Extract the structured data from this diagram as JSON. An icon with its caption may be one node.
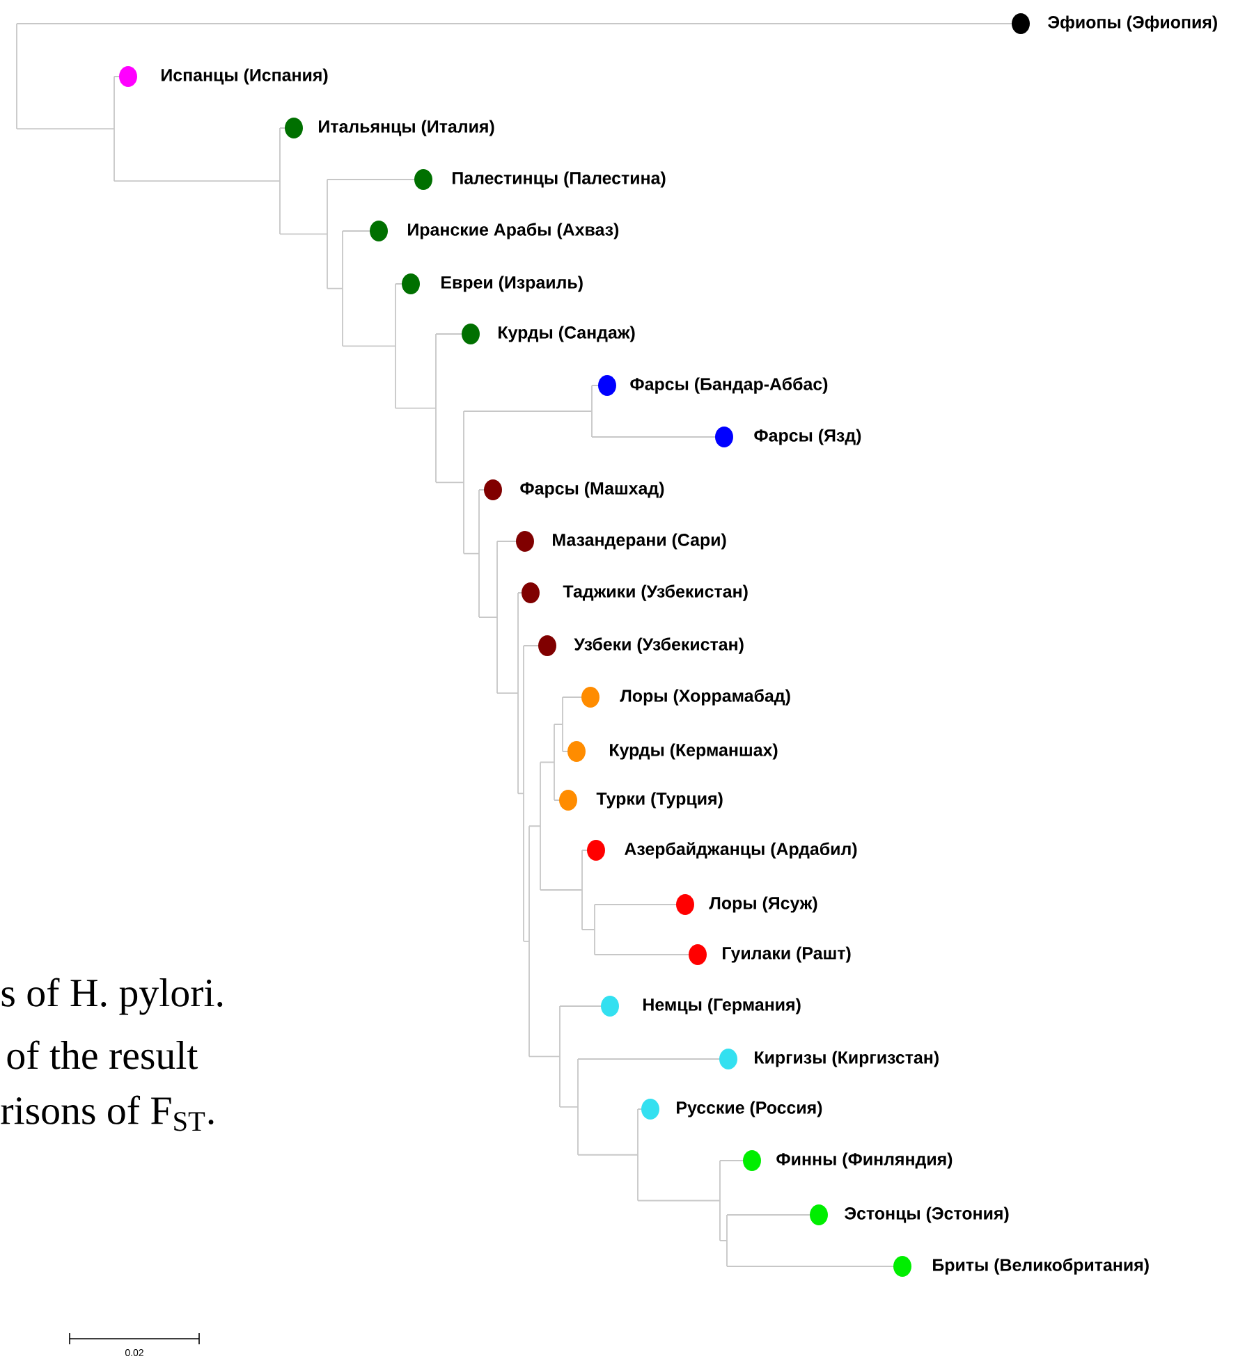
{
  "diagram": {
    "nodes": [
      {
        "text": [
          "Эфиопы (Эфиопия)"
        ]
      },
      {
        "text": [
          "Испанцы (Испания)"
        ]
      },
      {
        "text": [
          "Итальянцы (Италия)"
        ]
      },
      {
        "text": [
          "Палестинцы (Палестина)"
        ]
      },
      {
        "text": [
          "Иранские Арабы (Ахваз)"
        ]
      },
      {
        "text": [
          "Евреи (Израиль)"
        ]
      },
      {
        "text": [
          "Курды (Сандаж)"
        ]
      },
      {
        "text": [
          "Фарсы (Бандар-Аббас)"
        ]
      },
      {
        "text": [
          "Фарсы (Язд)"
        ]
      },
      {
        "text": [
          "Фарсы (Машхад)"
        ]
      },
      {
        "text": [
          "Мазандерани (Сари)"
        ]
      },
      {
        "text": [
          "Таджики (Узбекистан)"
        ]
      },
      {
        "text": [
          "Узбеки (Узбекистан)"
        ]
      },
      {
        "text": [
          "Лоры (Хоррамабад)"
        ]
      },
      {
        "text": [
          "Курды (Керманшах)"
        ]
      },
      {
        "text": [
          "Турки (Турция)"
        ]
      },
      {
        "text": [
          "Азербайджанцы (Ардабил)"
        ]
      },
      {
        "text": [
          "Лоры (Ясуж)"
        ]
      },
      {
        "text": [
          "Гуилаки (Рашт)"
        ]
      },
      {
        "text": [
          "Немцы (Германия)"
        ]
      },
      {
        "text": [
          "Киргизы (Киргизстан)"
        ]
      },
      {
        "text": [
          "Русские (Россия)"
        ]
      },
      {
        "text": [
          "Финны (Финляндия)"
        ]
      },
      {
        "text": [
          "Эстонцы (Эстония)"
        ]
      },
      {
        "text": [
          "Бриты (Великобритания)"
        ]
      }
    ],
    "labels": [
      "s of H. pylori.",
      "of the result",
      "risons of F$_{ST}$.",
      "0.02"
    ]
  }
}
